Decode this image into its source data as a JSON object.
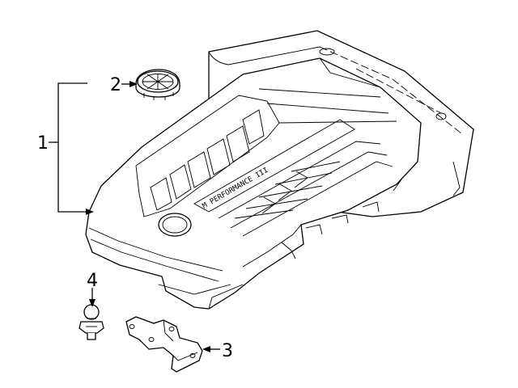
{
  "callouts": {
    "c1": "1",
    "c2": "2",
    "c3": "3",
    "c4": "4"
  },
  "parts": [
    {
      "callout": "1",
      "name": "engine-cover"
    },
    {
      "callout": "2",
      "name": "emblem"
    },
    {
      "callout": "3",
      "name": "bracket"
    },
    {
      "callout": "4",
      "name": "ball-stud"
    }
  ],
  "cover_text": "M PERFORMANCE III"
}
